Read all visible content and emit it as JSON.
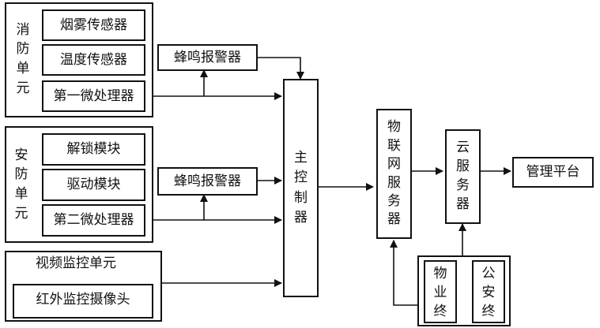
{
  "fire_unit": {
    "title_chars": [
      "消",
      "防",
      "单",
      "元"
    ],
    "smoke_sensor": "烟雾传感器",
    "temp_sensor": "温度传感器",
    "cpu1": "第一微处理器"
  },
  "security_unit": {
    "title_chars": [
      "安",
      "防",
      "单",
      "元"
    ],
    "unlock_module": "解锁模块",
    "drive_module": "驱动模块",
    "cpu2": "第二微处理器"
  },
  "video_unit": {
    "title": "视频监控单元",
    "ir_camera": "红外监控摄像头"
  },
  "buzzer1": "蜂鸣报警器",
  "buzzer2": "蜂鸣报警器",
  "main_controller_chars": [
    "主",
    "控",
    "制",
    "器"
  ],
  "iot_server_chars": [
    "物",
    "联",
    "网",
    "服",
    "务",
    "器"
  ],
  "cloud_server_chars": [
    "云",
    "服",
    "务",
    "器"
  ],
  "mgmt_platform": "管理平台",
  "property_terminal_chars": [
    "物",
    "业",
    "终"
  ],
  "police_terminal_chars": [
    "公",
    "安",
    "终"
  ]
}
